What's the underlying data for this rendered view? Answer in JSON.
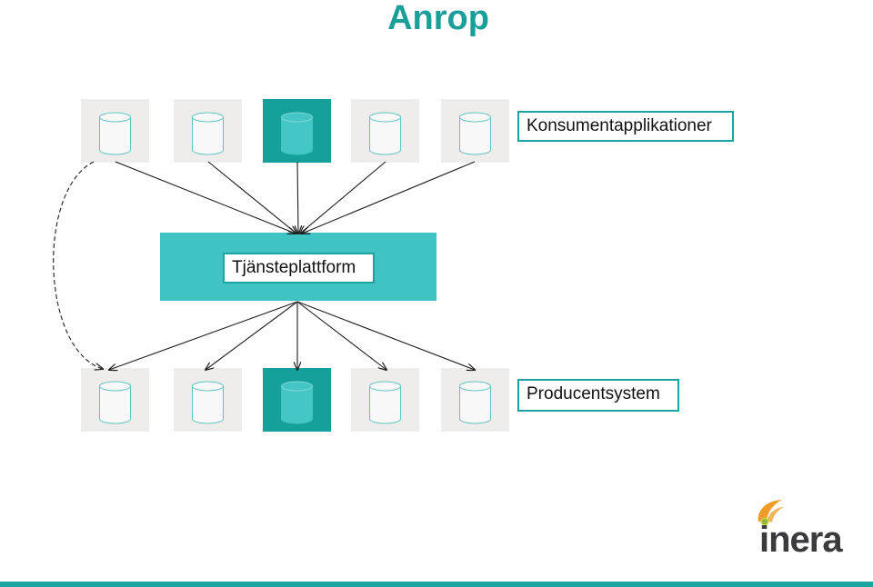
{
  "page": {
    "title": "Anrop"
  },
  "diagram": {
    "consumer_label": "Konsumentapplikationer",
    "platform_label": "Tjänsteplattform",
    "producer_label": "Producentsystem",
    "consumer_count": 5,
    "producer_count": 5,
    "highlighted_index": 2
  },
  "logo": {
    "text": "inera"
  },
  "colors": {
    "accent": "#1aa5a0",
    "accent_dark": "#15a09c",
    "platform_fill": "#40c3c3",
    "tile_fill": "#efedeb",
    "cylinder_fill": "#f8f8f8",
    "cylinder_highlight_fill": "#45c6c6",
    "logo_text": "#3b3a3c",
    "logo_orange": "#f09a27"
  },
  "icons": {
    "database": "database-icon",
    "logo": "inera-logo-icon"
  }
}
